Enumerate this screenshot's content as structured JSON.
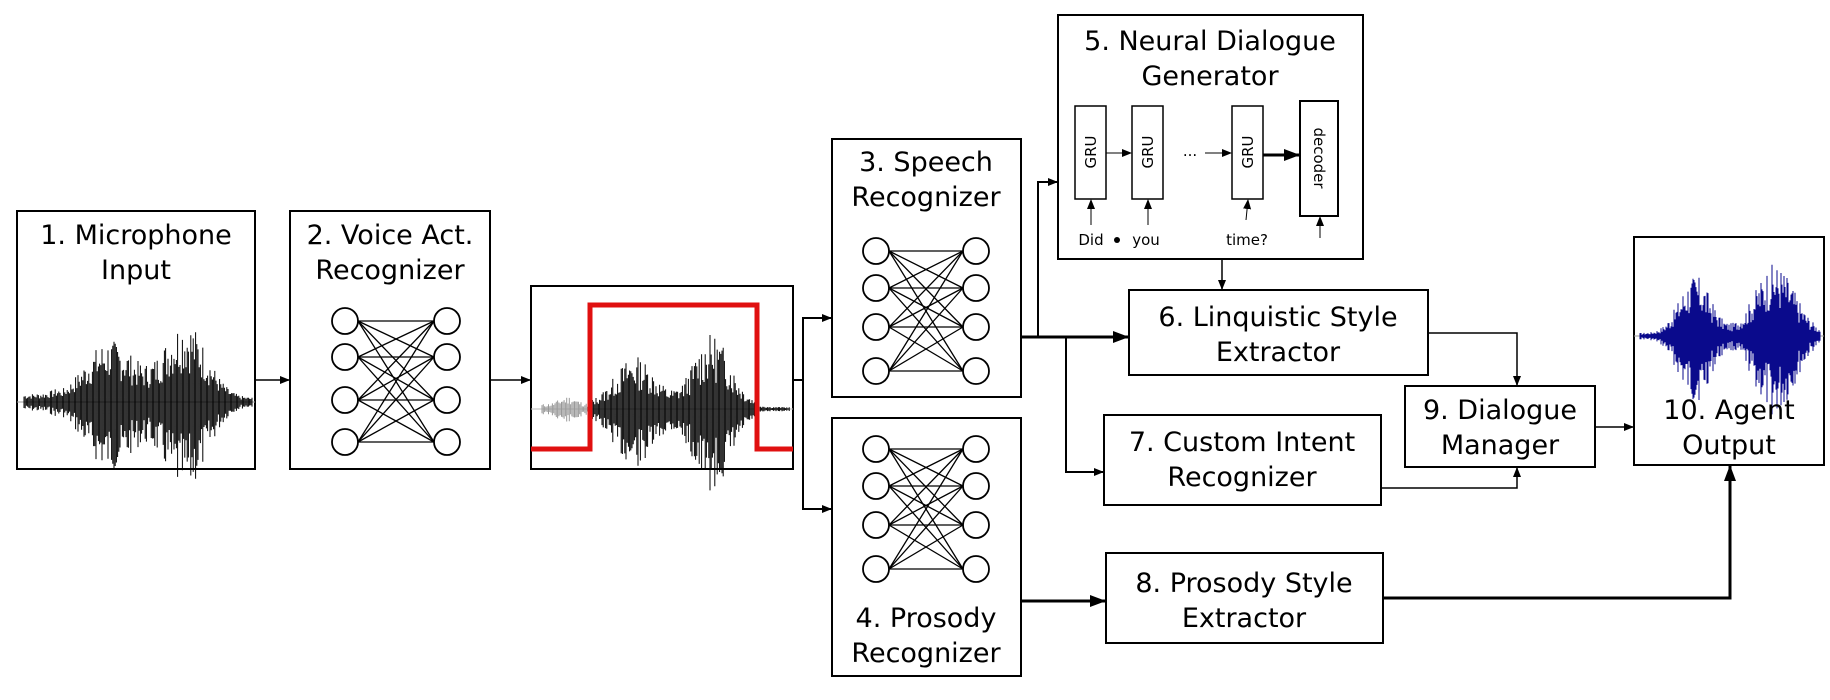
{
  "boxes": {
    "mic": {
      "line1": "1. Microphone",
      "line2": "Input"
    },
    "vad": {
      "line1": "2. Voice Act.",
      "line2": "Recognizer"
    },
    "asr": {
      "line1": "3. Speech",
      "line2": "Recognizer"
    },
    "prosody_rec": {
      "line1": "4. Prosody",
      "line2": "Recognizer"
    },
    "ndg": {
      "line1": "5. Neural Dialogue",
      "line2": "Generator",
      "gru_label": "GRU",
      "decoder_label": "decoder",
      "ellipsis": "...",
      "tokens": [
        "Did",
        "you",
        "time?"
      ]
    },
    "lse": {
      "line1": "6. Linquistic Style",
      "line2": "Extractor"
    },
    "cir": {
      "line1": "7. Custom Intent",
      "line2": "Recognizer"
    },
    "pse": {
      "line1": "8. Prosody Style",
      "line2": "Extractor"
    },
    "dm": {
      "line1": "9. Dialogue",
      "line2": "Manager"
    },
    "out": {
      "line1": "10. Agent",
      "line2": "Output"
    }
  },
  "colors": {
    "vad_signal": "#e01010",
    "output_wave": "#0a0a8c",
    "input_wave": "#000000",
    "trimmed_wave": "#999999"
  }
}
